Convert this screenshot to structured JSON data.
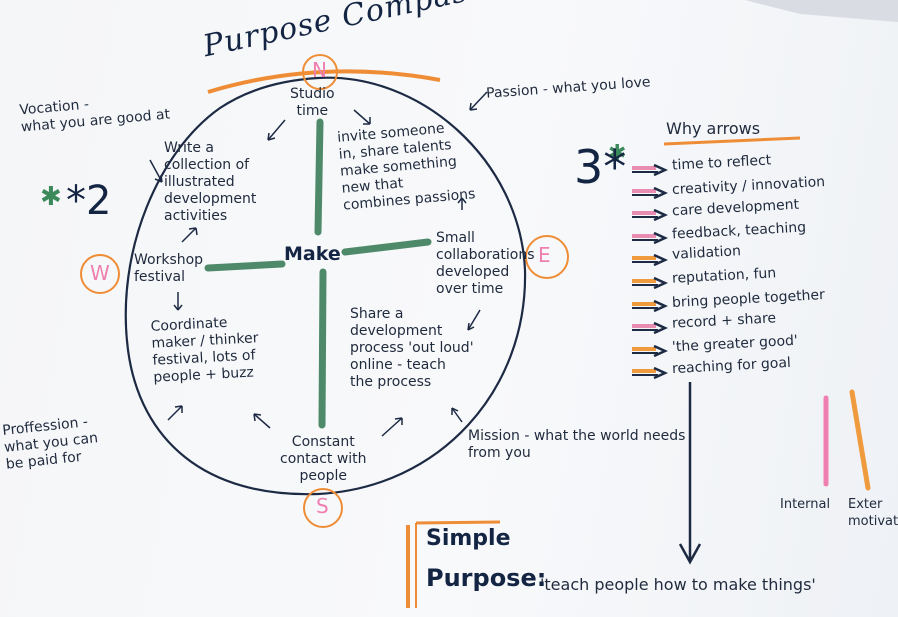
{
  "title": "Purpose Compass",
  "compass": {
    "north": "N",
    "south": "S",
    "east": "E",
    "west": "W",
    "center": "Make"
  },
  "outer_labels": {
    "passion": "Passion - what you love",
    "vocation": "Vocation -\nwhat you are good at",
    "profession": "Proffession -\nwhat you can\nbe paid for",
    "mission": "Mission - what the world needs\nfrom you"
  },
  "inner_notes": {
    "studio": "Studio\ntime",
    "invite": "invite someone\nin, share talents\nmake something\nnew that\ncombines passions",
    "write": "Write a\ncollection of\nillustrated\ndevelopment\nactivities",
    "workshop": "Workshop\nfestival",
    "small": "Small\ncollaborations\ndeveloped\nover time",
    "coordinate": "Coordinate\nmaker / thinker\nfestival, lots of\npeople + buzz",
    "share": "Share a\ndevelopment\nprocess 'out loud'\nonline - teach\nthe process",
    "constant": "Constant\ncontact with\npeople"
  },
  "stars": {
    "left": "*2",
    "right": "3*"
  },
  "why_arrows": {
    "heading": "Why arrows",
    "items": [
      {
        "label": "time to reflect",
        "color": "#e98cb1"
      },
      {
        "label": "creativity / innovation",
        "color": "#e98cb1"
      },
      {
        "label": "care development",
        "color": "#e98cb1"
      },
      {
        "label": "feedback, teaching",
        "color": "#e98cb1"
      },
      {
        "label": "validation",
        "color": "#ef9a3c"
      },
      {
        "label": "reputation, fun",
        "color": "#ef9a3c"
      },
      {
        "label": "bring people together",
        "color": "#ef9a3c"
      },
      {
        "label": "record + share",
        "color": "#e98cb1"
      },
      {
        "label": "'the greater good'",
        "color": "#ef9a3c"
      },
      {
        "label": "reaching for goal",
        "color": "#ef9a3c"
      }
    ]
  },
  "motivation": {
    "internal": "Internal",
    "external": "Exter\nmotivation"
  },
  "simple_purpose": {
    "simple": "Simple",
    "purpose_label": "Purpose:",
    "purpose_text": "'teach people how to make things'"
  },
  "colors": {
    "ink": "#1f2a3d",
    "green": "#4e8a6a",
    "orange": "#ef8d36",
    "pink": "#ee7fb0",
    "paper": "#f6f7f9"
  }
}
